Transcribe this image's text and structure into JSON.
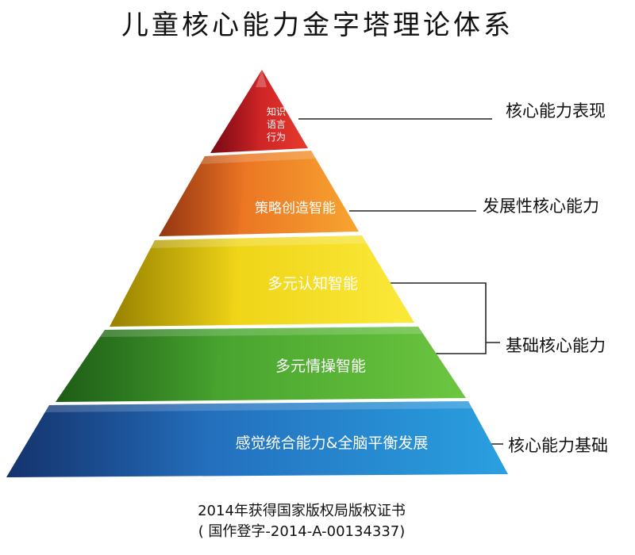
{
  "title": "儿童核心能力金字塔理论体系",
  "layers": [
    {
      "lines": [
        "知识",
        "语言",
        "行为"
      ],
      "color_left": "#b80f1e",
      "color_right": "#e63a2e"
    },
    {
      "lines": [
        "策略创造智能"
      ],
      "color_left": "#e3541b",
      "color_right": "#f7a530"
    },
    {
      "lines": [
        "多元认知智能"
      ],
      "color_left": "#e7c600",
      "color_right": "#fbe93a"
    },
    {
      "lines": [
        "多元情操智能"
      ],
      "color_left": "#2f8d23",
      "color_right": "#6cc640"
    },
    {
      "lines": [
        "感觉统合能力&全脑平衡发展"
      ],
      "color_left": "#1f4fa6",
      "color_right": "#2aa0e0"
    }
  ],
  "side_labels": [
    "核心能力表现",
    "发展性核心能力",
    "基础核心能力",
    "核心能力基础"
  ],
  "footer": {
    "line1": "2014年获得国家版权局版权证书",
    "line2": "( 国作登字-2014-A-00134337)"
  }
}
